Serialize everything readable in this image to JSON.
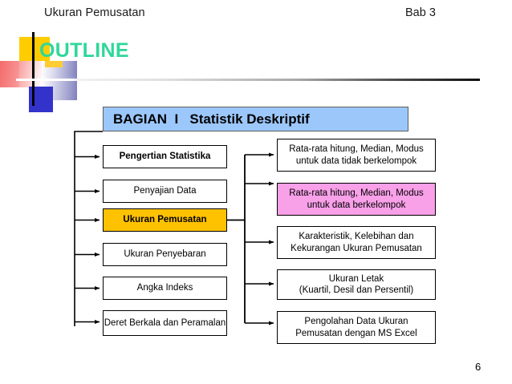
{
  "header": {
    "left_title": "Ukuran Pemusatan",
    "right_chapter": "Bab 3"
  },
  "slide": {
    "section_word": "OUTLINE",
    "page_number": "6",
    "title_bar": "BAGIAN  I   Statistik Deskriptif"
  },
  "colors": {
    "outline_green": "#2FD79B",
    "title_bar_blue": "#9CC7FB",
    "highlight_yellow": "#FFC200",
    "highlight_pink": "#F8A0E8",
    "deco_yellow": "#FFCC00",
    "deco_blue": "#3333CC",
    "deco_red": "#F46B6B",
    "deco_violet": "#7B7BBE",
    "box_border": "#000000"
  },
  "left_column": [
    {
      "label": "Pengertian Statistika",
      "style": "bold",
      "highlight": false
    },
    {
      "label": "Penyajian Data",
      "style": "normal",
      "highlight": false
    },
    {
      "label": "Ukuran Pemusatan",
      "style": "bold",
      "highlight": true
    },
    {
      "label": "Ukuran Penyebaran",
      "style": "normal",
      "highlight": false
    },
    {
      "label": "Angka Indeks",
      "style": "normal",
      "highlight": false
    },
    {
      "label": "Deret Berkala dan Peramalan",
      "style": "normal",
      "highlight": false
    }
  ],
  "right_column": [
    {
      "line1": "Rata-rata hitung, Median, Modus",
      "line2": "untuk data tidak berkelompok",
      "highlight": false
    },
    {
      "line1": "Rata-rata hitung, Median, Modus",
      "line2": "untuk data berkelompok",
      "highlight": true
    },
    {
      "line1": "Karakteristik, Kelebihan dan",
      "line2": "Kekurangan Ukuran Pemusatan",
      "highlight": false
    },
    {
      "line1": "Ukuran Letak",
      "line2": "(Kuartil, Desil dan Persentil)",
      "highlight": false
    },
    {
      "line1": "Pengolahan Data Ukuran",
      "line2": "Pemusatan dengan MS Excel",
      "highlight": false
    }
  ]
}
